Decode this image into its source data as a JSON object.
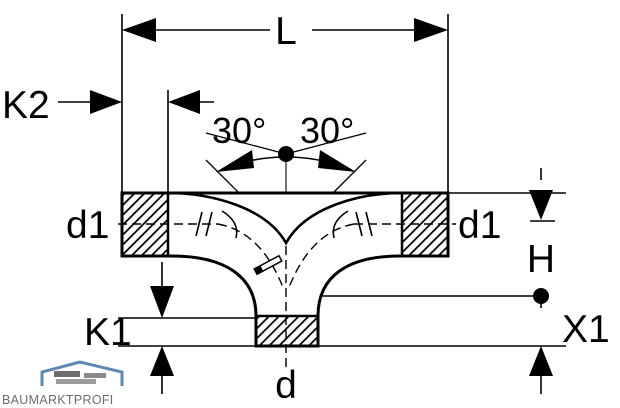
{
  "labels": {
    "length": "L",
    "offset_top": "K2",
    "offset_bottom": "K1",
    "angle_left": "30°",
    "angle_right": "30°",
    "diameter_left": "d1",
    "diameter_right": "d1",
    "height": "H",
    "axis_offset": "X1",
    "diameter_outlet": "d"
  },
  "watermark": {
    "text": "BAUMARKTPROFI"
  },
  "colors": {
    "line": "#000000",
    "watermark_text": "#6d6d6d",
    "watermark_logo": "#5d88b4"
  }
}
